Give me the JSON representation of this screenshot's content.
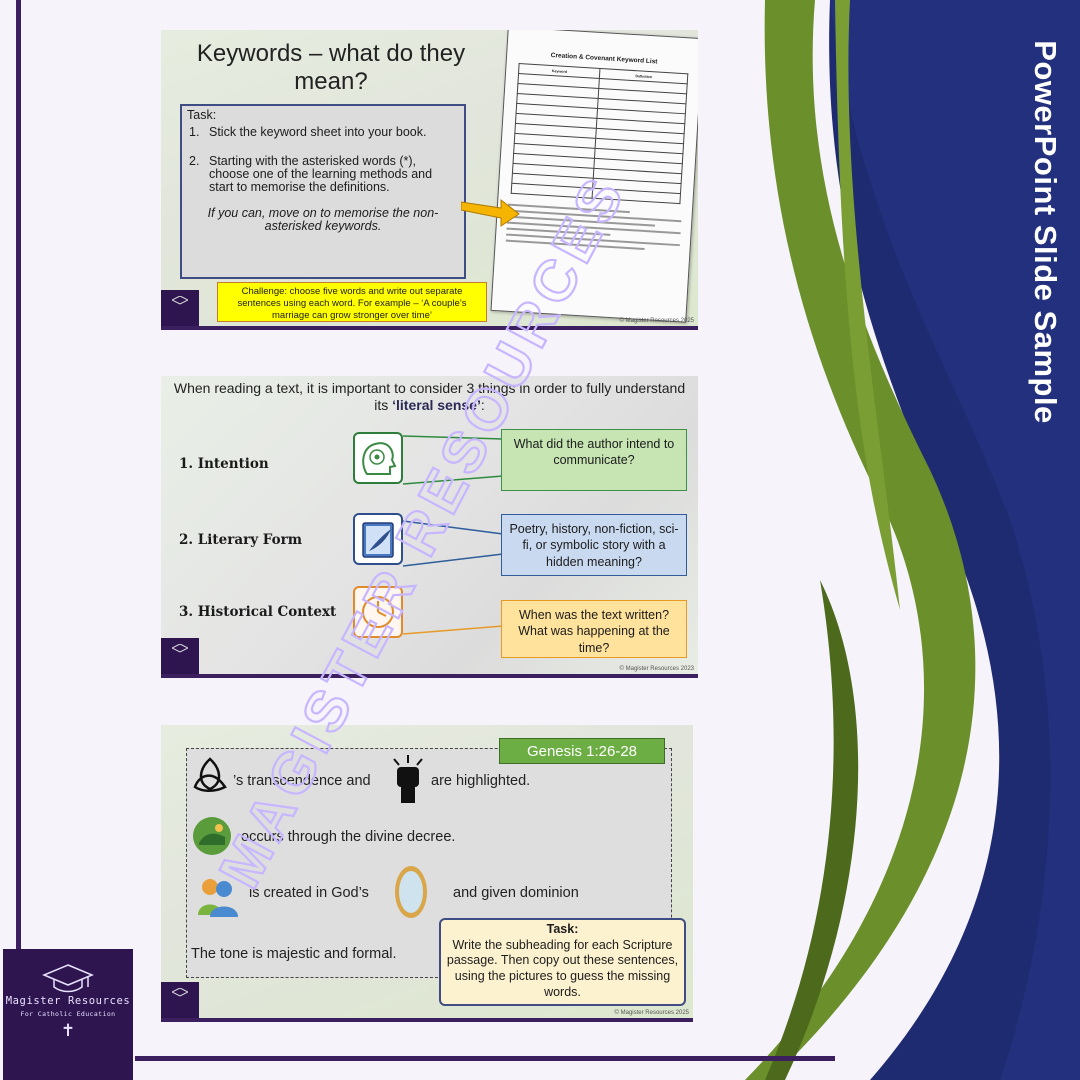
{
  "side_title": "PowerPoint Slide Sample",
  "brand": {
    "name": "Magister Resources",
    "tagline": "For Catholic Education",
    "cross": "✝"
  },
  "watermark": "MAGISTER RESOURCES",
  "slide1": {
    "title": "Keywords – what do they mean?",
    "task_heading": "Task:",
    "steps": [
      {
        "num": "1.",
        "text": "Stick the keyword sheet into your book."
      },
      {
        "num": "2.",
        "text": "Starting with the asterisked words (*), choose one of the learning methods and start to memorise the definitions."
      }
    ],
    "note": "If you can, move on to memorise the non-asterisked keywords.",
    "challenge": "Challenge: choose five words and write out separate sentences using each word. For example – ‘A couple’s marriage can grow stronger over time’",
    "doc_title": "Creation & Covenant Keyword List",
    "doc_headers": [
      "Keyword",
      "Definition"
    ],
    "copyright": "© Magister Resources 2025"
  },
  "slide2": {
    "intro_a": "When reading a text, it is important to consider 3 things in order to fully understand its ",
    "intro_b": "‘literal sense’",
    "intro_c": ":",
    "rows": [
      {
        "label": "1. Intention",
        "icon": "head-target-icon",
        "text": "What did the author intend to communicate?"
      },
      {
        "label": "2. Literary Form",
        "icon": "book-quill-icon",
        "text": "Poetry, history, non-fiction, sci-fi, or symbolic story with a hidden meaning?"
      },
      {
        "label": "3. Historical Context",
        "icon": "clock-icon",
        "text": "When was the text written? What was happening at the time?"
      }
    ],
    "copyright": "© Magister Resources 2023"
  },
  "slide3": {
    "tag": "Genesis 1:26-28",
    "lines": [
      {
        "a": "’s transcendence and",
        "b": "are highlighted."
      },
      {
        "a": "occurs through the divine decree."
      },
      {
        "a": "is created in God’s",
        "b": "and given dominion"
      },
      {
        "a": "The tone is majestic and formal."
      }
    ],
    "task_heading": "Task:",
    "task_body": "Write the subheading for each Scripture passage. Then copy out these sentences, using the pictures to guess the missing words.",
    "copyright": "© Magister Resources 2025"
  }
}
